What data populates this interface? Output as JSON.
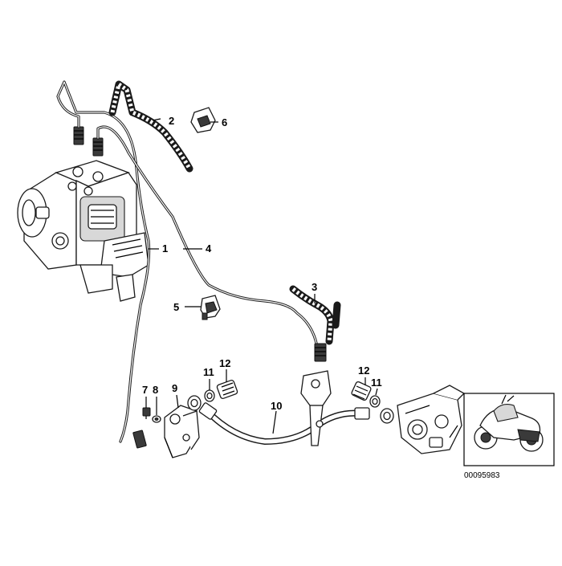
{
  "diagram": {
    "callouts": [
      {
        "id": "1",
        "label": "1"
      },
      {
        "id": "2",
        "label": "2"
      },
      {
        "id": "3",
        "label": "3"
      },
      {
        "id": "4",
        "label": "4"
      },
      {
        "id": "5",
        "label": "5"
      },
      {
        "id": "6",
        "label": "6"
      },
      {
        "id": "7",
        "label": "7"
      },
      {
        "id": "8",
        "label": "8"
      },
      {
        "id": "9",
        "label": "9"
      },
      {
        "id": "10",
        "label": "10"
      },
      {
        "id": "11a",
        "label": "11"
      },
      {
        "id": "12a",
        "label": "12"
      },
      {
        "id": "12b",
        "label": "12"
      },
      {
        "id": "11b",
        "label": "11"
      }
    ],
    "reference_number": "00095983"
  }
}
